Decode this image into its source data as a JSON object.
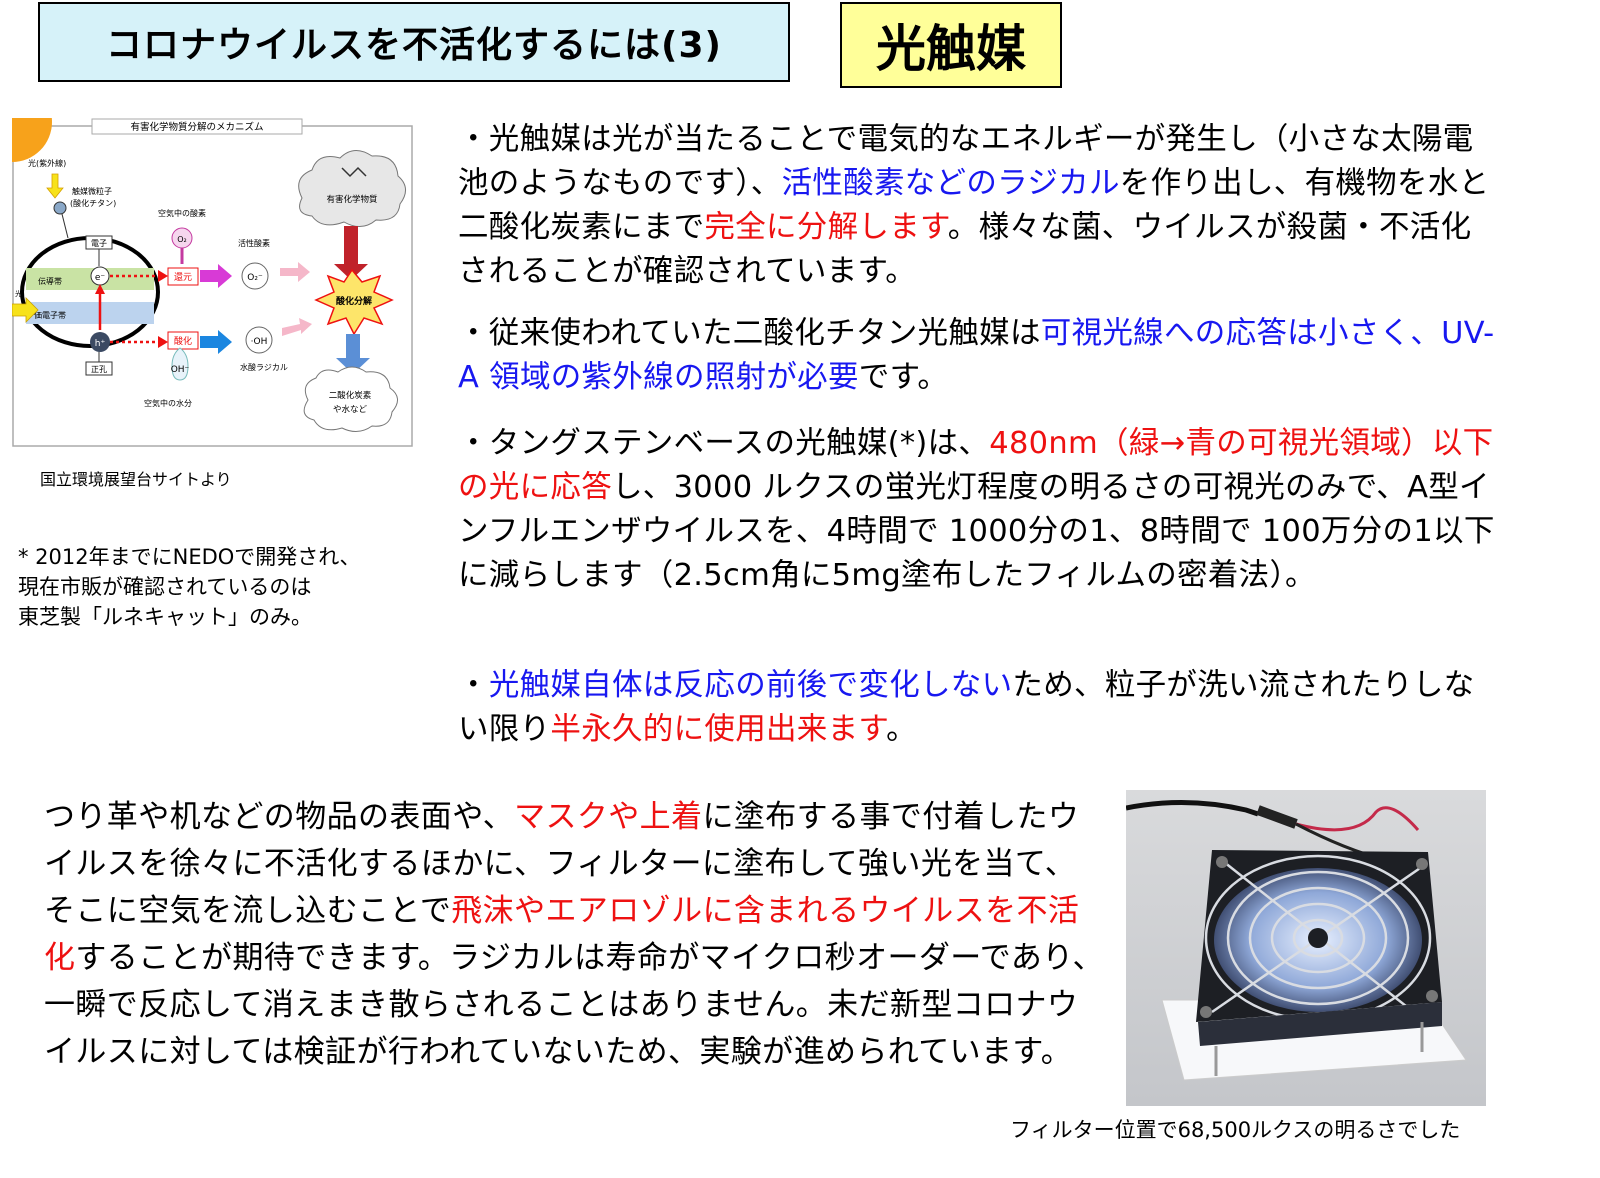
{
  "header": {
    "title": "コロナウイルスを不活化するには(3)",
    "subject": "光触媒"
  },
  "diagram": {
    "title": "有害化学物質分解のメカニズム",
    "sunlight": "光(紫外線)",
    "catalyst_particle": "触媒微粒子",
    "catalyst_material": "(酸化チタン)",
    "air_oxygen": "空気中の酸素",
    "active_oxygen": "活性酸素",
    "harmful_chemical": "有害化学物質",
    "electron": "電子",
    "conduction_band": "伝導帯",
    "valence_band": "価電子帯",
    "hole": "正孔",
    "light": "光",
    "reduction": "還元",
    "oxidation": "酸化",
    "oxidative_decomposition": "酸化分解",
    "hydroxyl_radical": "水酸ラジカル",
    "air_moisture": "空気中の水分",
    "co2_water_line1": "二酸化炭素",
    "co2_water_line2": "や水など",
    "o2": "O₂",
    "o2_radical": "O₂⁻",
    "oh": "·OH",
    "oh_minus": "OH⁻",
    "e_minus": "e⁻",
    "h_plus": "h⁺"
  },
  "diagram_caption": "国立環境展望台サイトより",
  "footnote": {
    "line1": "* 2012年までにNEDOで開発され、",
    "line2": "現在市販が確認されているのは",
    "line3": "東芝製「ルネキャット」のみ。"
  },
  "paragraphs": {
    "p1": {
      "a": "・光触媒は光が当たることで電気的なエネルギーが発生し（小さな太陽電池のようなものです）、",
      "b": "活性酸素などのラジカル",
      "c": "を作り出し、有機物を水と二酸化炭素にまで",
      "d": "完全に分解します",
      "e": "。様々な菌、ウイルスが殺菌・不活化されることが確認されています。"
    },
    "p2": {
      "a": "・従来使われていた二酸化チタン光触媒は",
      "b": "可視光線への応答は小さく、UV-A 領域の紫外線の照射が必要",
      "c": "です。"
    },
    "p3": {
      "a": "・タングステンベースの光触媒(*)は、",
      "b": "480nm（緑→青の可視光領域）以下の光に応答",
      "c": "し、3000 ルクスの蛍光灯程度の明るさの可視光のみで、A型インフルエンザウイルスを、4時間で 1000分の1、8時間で 100万分の1以下に減らします（2.5cm角に5mg塗布したフィルムの密着法）。"
    },
    "p4": {
      "a": "・",
      "b": "光触媒自体は反応の前後で変化しない",
      "c": "ため、粒子が洗い流されたりしない限り",
      "d": "半永久的に使用出来ます",
      "e": "。"
    },
    "bottom": {
      "a": "つり革や机などの物品の表面や、",
      "b": "マスクや上着",
      "c": "に塗布する事で付着したウイルスを徐々に不活化するほかに、フィルターに塗布して強い光を当て、そこに空気を流し込むことで",
      "d": "飛沫やエアロゾルに含まれるウイルスを不活化",
      "e": "することが期待できます。ラジカルは寿命がマイクロ秒オーダーであり、一瞬で反応して消えまき散らされることはありません。未だ新型コロナウイルスに対しては検証が行われていないため、実験が進められています。"
    }
  },
  "photo_caption": "フィルター位置で68,500ルクスの明るさでした",
  "colors": {
    "title_bg": "#d6f2f9",
    "subject_bg": "#ffff99",
    "emphasis_blue": "#1818f0",
    "emphasis_red": "#ee1111"
  }
}
